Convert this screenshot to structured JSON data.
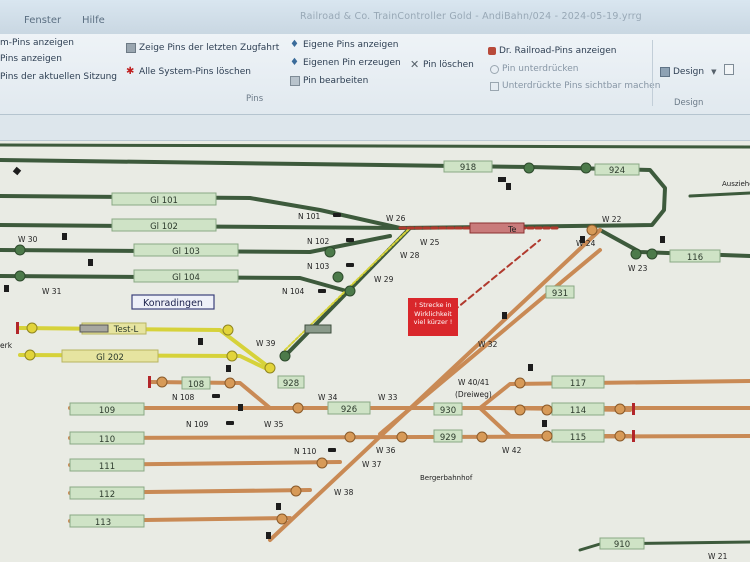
{
  "window": {
    "title": "Railroad & Co. TrainController Gold - AndiBahn/024 - 2024-05-19.yrrg"
  },
  "menu": {
    "items": [
      "Fenster",
      "Hilfe"
    ]
  },
  "ribbon": {
    "col1": [
      "m-Pins anzeigen",
      "Pins anzeigen",
      "Pins der aktuellen Sitzung"
    ],
    "col2": [
      "Zeige Pins der letzten Zugfahrt",
      "Alle System-Pins löschen"
    ],
    "col3": [
      "Eigene Pins anzeigen",
      "Eigenen Pin erzeugen",
      "Pin bearbeiten"
    ],
    "col3b": "Pin löschen",
    "col4": [
      "Dr. Railroad-Pins anzeigen",
      "Pin unterdrücken",
      "Unterdrückte Pins sichtbar machen"
    ],
    "group_pins": "Pins",
    "design_button": "Design",
    "group_design": "Design"
  },
  "layout": {
    "tracks": [
      "918",
      "924",
      "Gl 101",
      "Gl 102",
      "Gl 103",
      "Gl 104",
      "116",
      "931",
      "Test-L",
      "Gl 202",
      "108",
      "928",
      "109",
      "926",
      "930",
      "117",
      "114",
      "110",
      "929",
      "115",
      "111",
      "112",
      "113",
      "910"
    ],
    "switches": [
      "W 26",
      "W 22",
      "W 30",
      "W 25",
      "W 24",
      "W 28",
      "W 23",
      "W 31",
      "W 29",
      "W 32",
      "W 39",
      "W 34",
      "W 33",
      "W 40/41",
      "(Dreiweg)",
      "W 35",
      "W 36",
      "W 42",
      "W 37",
      "W 38",
      "W 21"
    ],
    "signals": [
      "N 101",
      "N 102",
      "N 103",
      "N 104",
      "N 108",
      "N 109",
      "N 110"
    ],
    "station_name": "Konradingen",
    "station_area": "Bergerbahnhof",
    "warning": "! Strecke in Wirklichkeit viel kürzer !",
    "misc": [
      "Te",
      "erk",
      "Ausziehgl."
    ]
  },
  "colors": {
    "main_track": "#3d5a3c",
    "branch_track": "#c98a55",
    "yellow_track": "#d6d23a",
    "warning_bg": "#d9272b",
    "label_bg": "#cfe3c6"
  }
}
